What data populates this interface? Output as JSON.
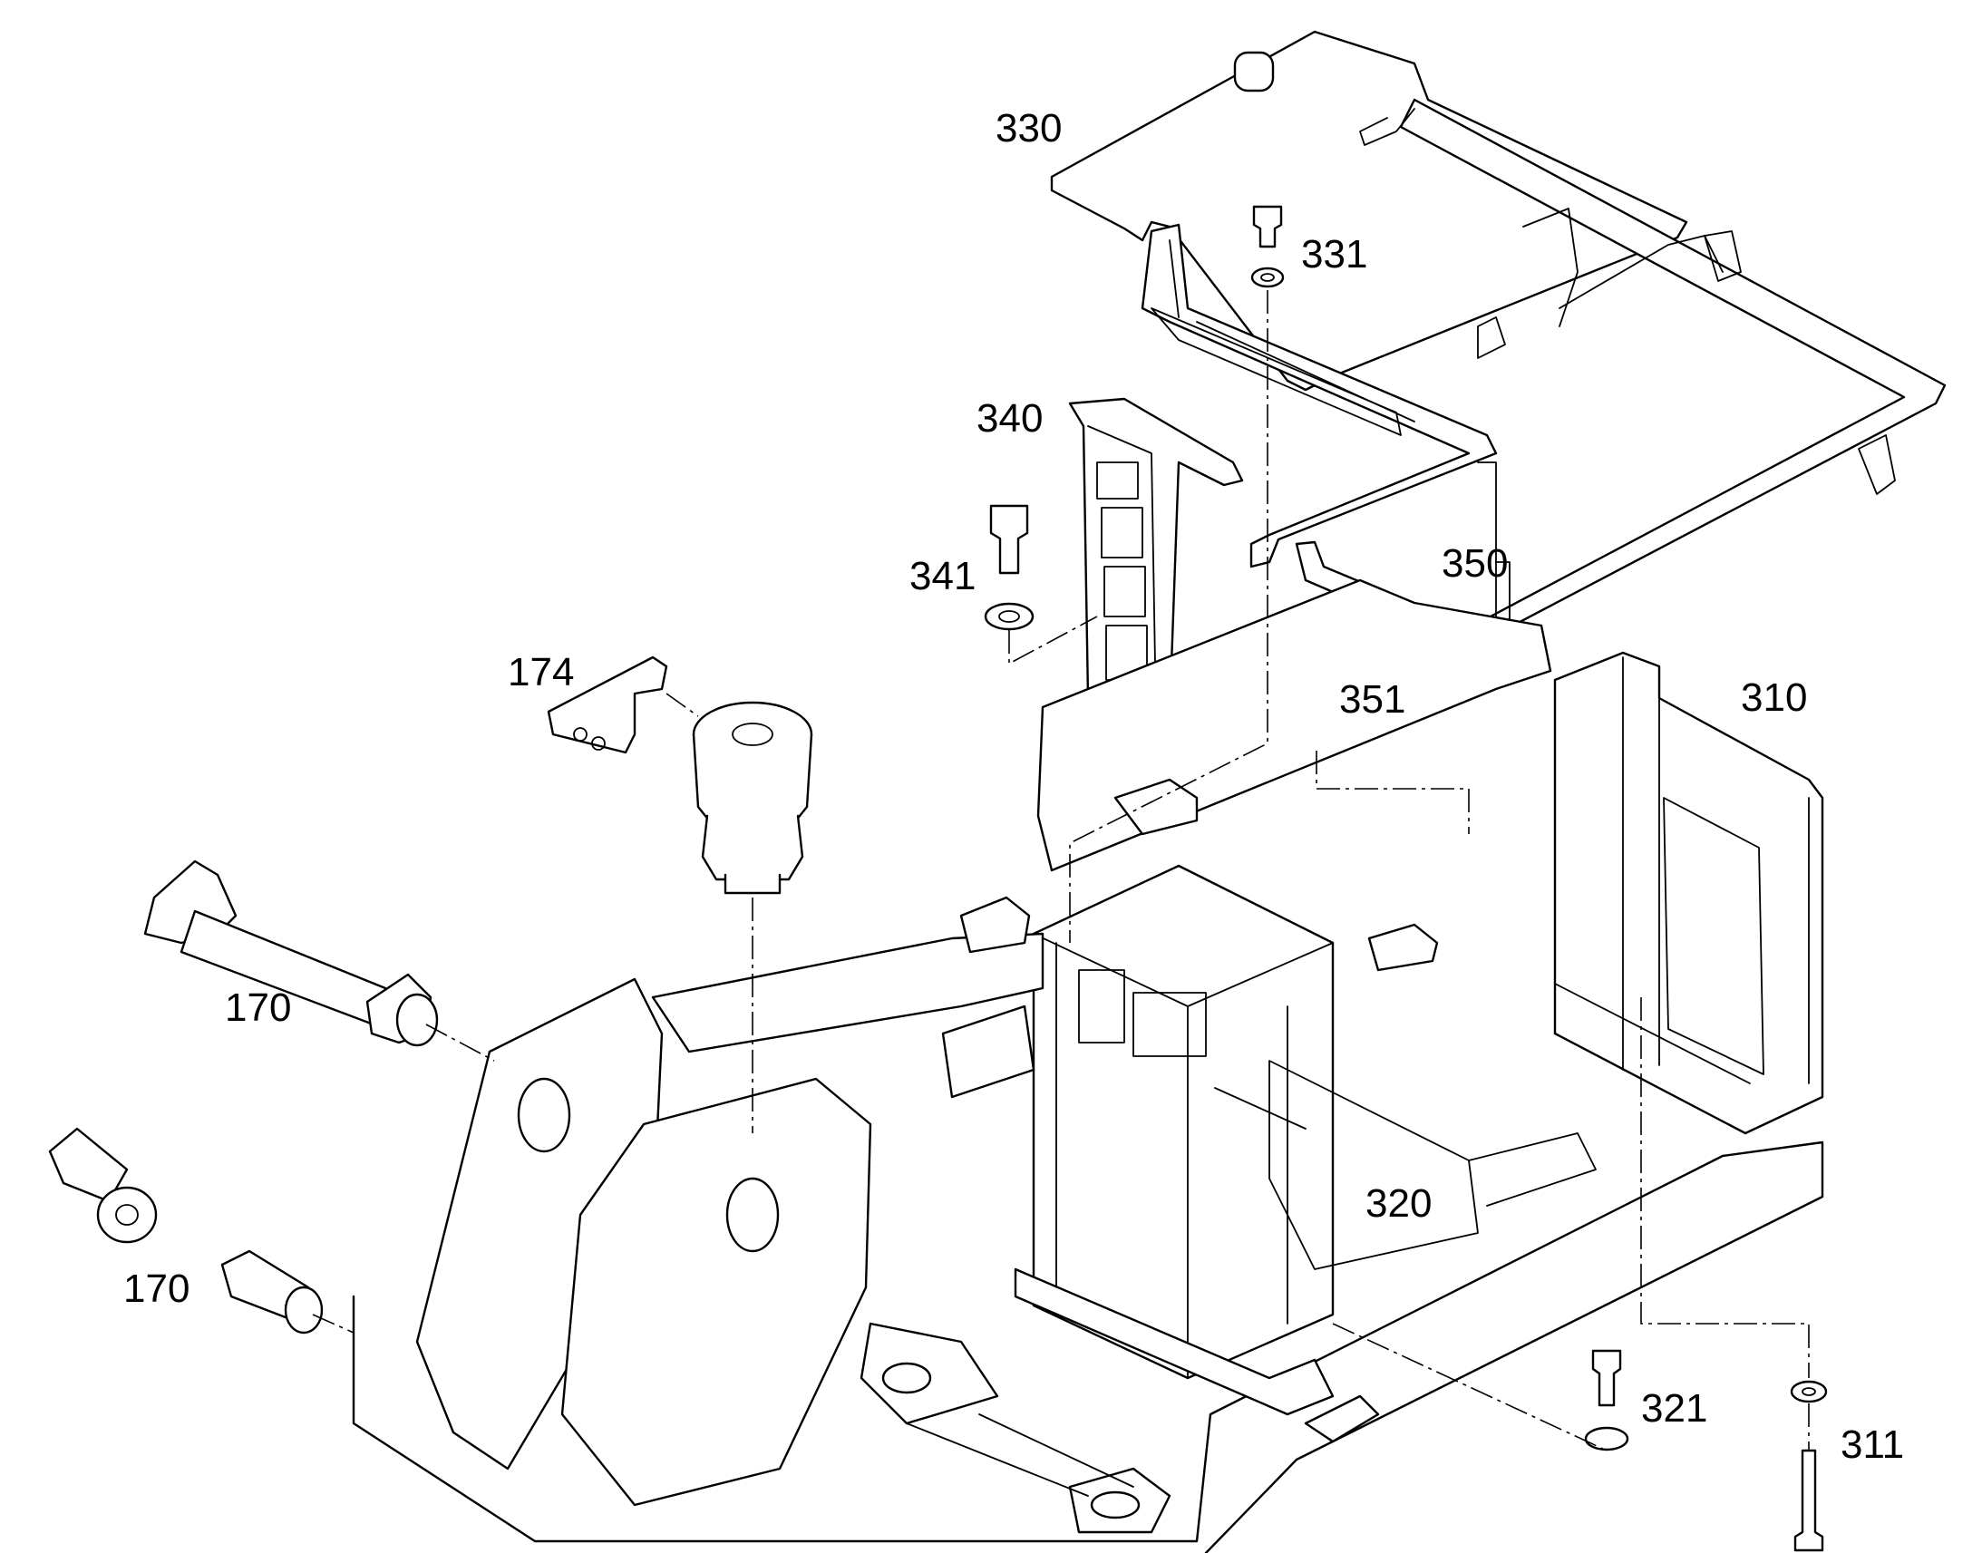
{
  "labels": {
    "p330": "330",
    "p331": "331",
    "p340": "340",
    "p341": "341",
    "p350": "350",
    "p174": "174",
    "p351": "351",
    "p310": "310",
    "p170_a": "170",
    "p170_b": "170",
    "p320": "320",
    "p321": "321",
    "p311": "311"
  },
  "colors": {
    "line": "#000000",
    "background": "#ffffff"
  }
}
